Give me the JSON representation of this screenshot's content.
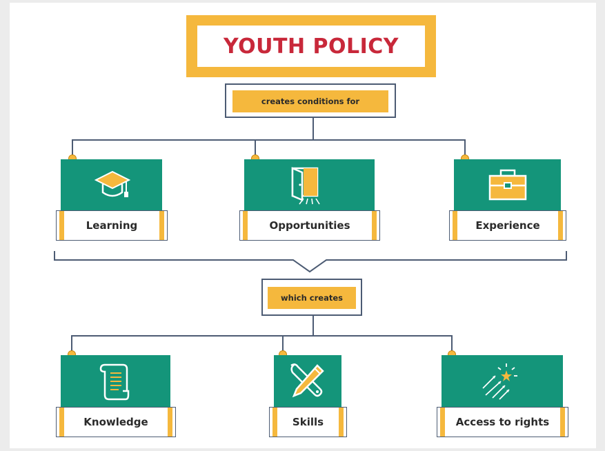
{
  "title": "YOUTH POLICY",
  "connector_top": "creates conditions for",
  "connector_mid": "which creates",
  "row1": [
    {
      "label": "Learning",
      "icon": "graduation-cap-icon"
    },
    {
      "label": "Opportunities",
      "icon": "open-door-icon"
    },
    {
      "label": "Experience",
      "icon": "briefcase-icon"
    }
  ],
  "row2": [
    {
      "label": "Knowledge",
      "icon": "scroll-icon"
    },
    {
      "label": "Skills",
      "icon": "tools-icon"
    },
    {
      "label": "Access to rights",
      "icon": "fireworks-icon"
    }
  ],
  "colors": {
    "green": "#14957a",
    "yellow": "#f5b83d",
    "red": "#c8283a",
    "line": "#4c5b73"
  }
}
